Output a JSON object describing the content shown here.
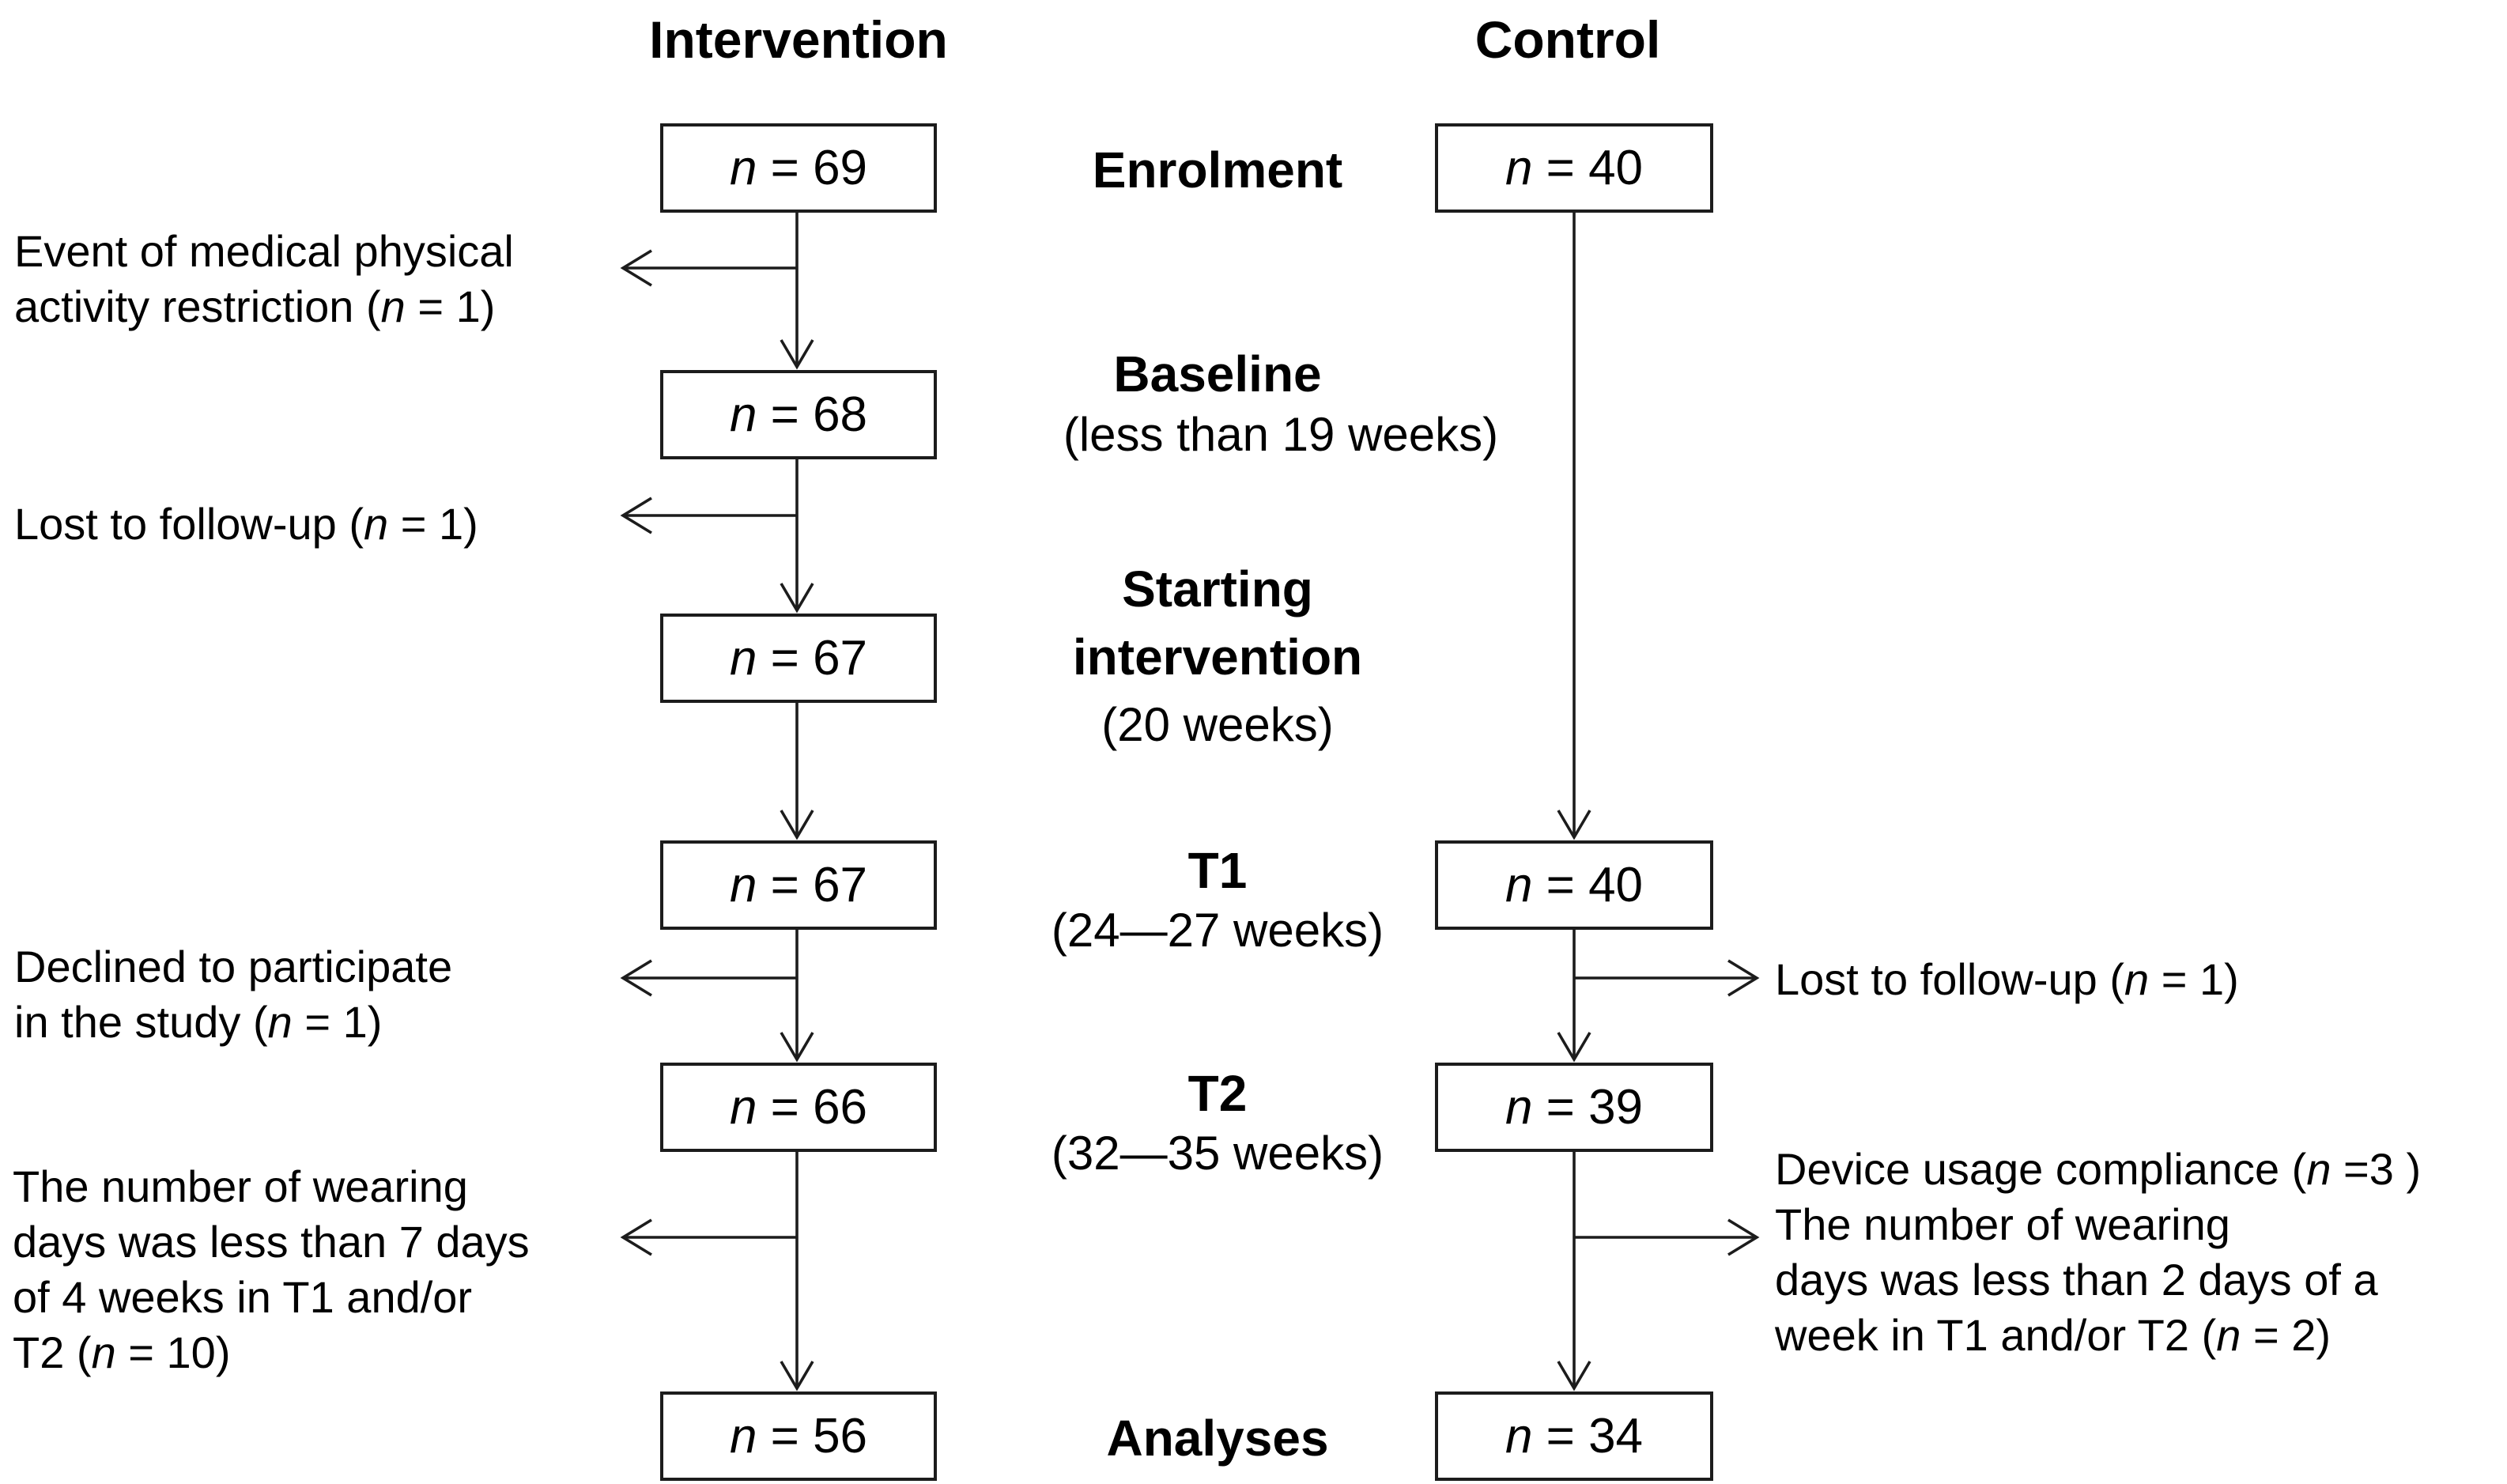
{
  "headers": {
    "intervention": "Intervention",
    "control": "Control"
  },
  "box_symbol": {
    "n": "n",
    "equals": "="
  },
  "stages": [
    {
      "id": "enrolment",
      "lines": [
        {
          "text": "Enrolment",
          "bold": true
        }
      ]
    },
    {
      "id": "baseline",
      "lines": [
        {
          "text": "Baseline",
          "bold": true
        },
        {
          "text": "(less than 19 weeks)",
          "bold": false
        }
      ]
    },
    {
      "id": "starting-intervention",
      "lines": [
        {
          "text": "Starting",
          "bold": true
        },
        {
          "text": "intervention",
          "bold": true
        },
        {
          "text": "(20 weeks)",
          "bold": false
        }
      ]
    },
    {
      "id": "t1",
      "lines": [
        {
          "text": "T1",
          "bold": true
        },
        {
          "text": "(24—27 weeks)",
          "bold": false
        }
      ]
    },
    {
      "id": "t2",
      "lines": [
        {
          "text": "T2",
          "bold": true
        },
        {
          "text": "(32—35 weeks)",
          "bold": false
        }
      ]
    },
    {
      "id": "analyses",
      "lines": [
        {
          "text": "Analyses",
          "bold": true
        }
      ]
    }
  ],
  "boxes": {
    "intervention": [
      {
        "stage": "enrolment",
        "value": "69"
      },
      {
        "stage": "baseline",
        "value": "68"
      },
      {
        "stage": "starting-intervention",
        "value": "67"
      },
      {
        "stage": "t1",
        "value": "67"
      },
      {
        "stage": "t2",
        "value": "66"
      },
      {
        "stage": "analyses",
        "value": "56"
      }
    ],
    "control": [
      {
        "stage": "enrolment",
        "value": "40"
      },
      {
        "stage": "t1",
        "value": "40"
      },
      {
        "stage": "t2",
        "value": "39"
      },
      {
        "stage": "analyses",
        "value": "34"
      }
    ]
  },
  "annotations": {
    "left": [
      {
        "id": "medical-restriction",
        "lines": [
          [
            {
              "text": "Event of medical physical"
            }
          ],
          [
            {
              "text": "activity restriction ("
            },
            {
              "text": "n",
              "italic": true
            },
            {
              "text": " = 1)"
            }
          ]
        ]
      },
      {
        "id": "lost-to-follow-up-baseline",
        "lines": [
          [
            {
              "text": "Lost to follow-up ("
            },
            {
              "text": "n",
              "italic": true
            },
            {
              "text": " = 1)"
            }
          ]
        ]
      },
      {
        "id": "declined-to-participate",
        "lines": [
          [
            {
              "text": "Declined to participate"
            }
          ],
          [
            {
              "text": "in the study ("
            },
            {
              "text": "n",
              "italic": true
            },
            {
              "text": " = 1)"
            }
          ]
        ]
      },
      {
        "id": "wearing-days-intervention",
        "lines": [
          [
            {
              "text": "The number of wearing"
            }
          ],
          [
            {
              "text": "days was less than 7 days"
            }
          ],
          [
            {
              "text": "of 4 weeks in T1 and/or"
            }
          ],
          [
            {
              "text": "T2 ("
            },
            {
              "text": "n",
              "italic": true
            },
            {
              "text": " = 10)"
            }
          ]
        ]
      }
    ],
    "right": [
      {
        "id": "lost-to-follow-up-control",
        "lines": [
          [
            {
              "text": "Lost to follow-up ("
            },
            {
              "text": "n",
              "italic": true
            },
            {
              "text": " = 1)"
            }
          ]
        ]
      },
      {
        "id": "device-compliance-control",
        "lines": [
          [
            {
              "text": "Device usage compliance ("
            },
            {
              "text": "n",
              "italic": true
            },
            {
              "text": " =3 )"
            }
          ],
          [
            {
              "text": "The number of wearing"
            }
          ],
          [
            {
              "text": "days was less than 2 days of a"
            }
          ],
          [
            {
              "text": "week in T1 and/or T2 ("
            },
            {
              "text": "n",
              "italic": true
            },
            {
              "text": " = 2)"
            }
          ]
        ]
      }
    ]
  },
  "colors": {
    "line": "#1c1c1c",
    "text": "#000000",
    "background": "#ffffff"
  }
}
